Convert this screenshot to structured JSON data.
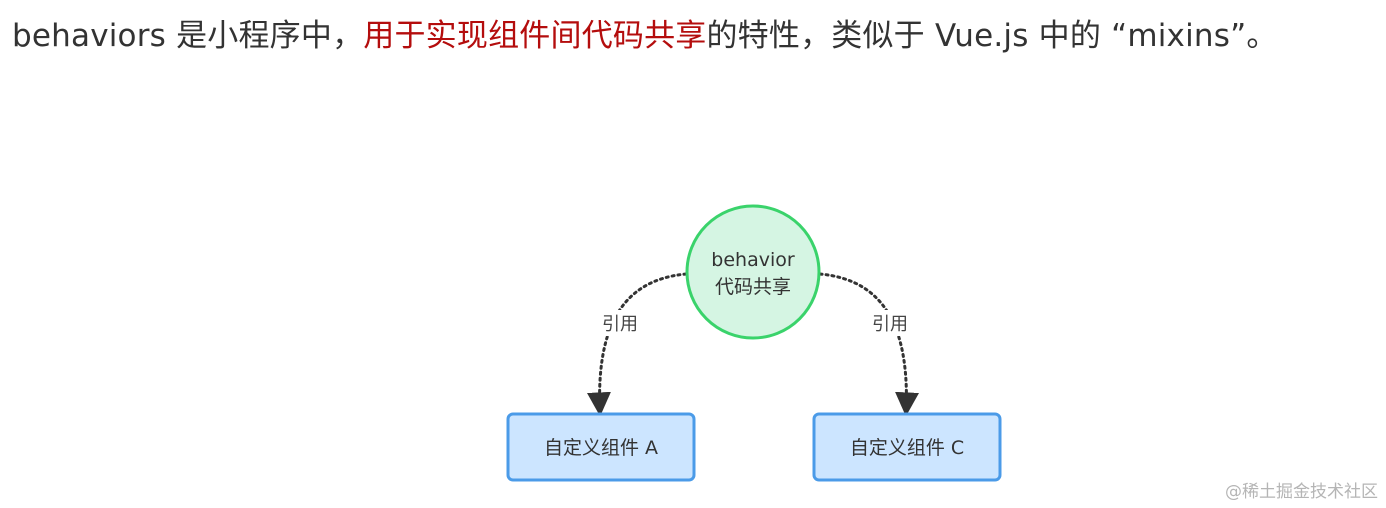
{
  "headline": {
    "part1": "behaviors 是小程序中，",
    "highlight": "用于实现组件间代码共享",
    "part2": "的特性，类似于 Vue.js 中的 “mixins”。"
  },
  "diagram": {
    "center_node": {
      "line1": "behavior",
      "line2": "代码共享"
    },
    "edge_left_label": "引用",
    "edge_right_label": "引用",
    "node_a_label": "自定义组件 A",
    "node_c_label": "自定义组件 C"
  },
  "colors": {
    "highlight": "#b40d0d",
    "circle_fill": "#d5f5e3",
    "circle_stroke": "#3ad36b",
    "box_fill": "#cce5ff",
    "box_stroke": "#4b9be8",
    "edge": "#333333"
  },
  "watermark": "@稀土掘金技术社区"
}
